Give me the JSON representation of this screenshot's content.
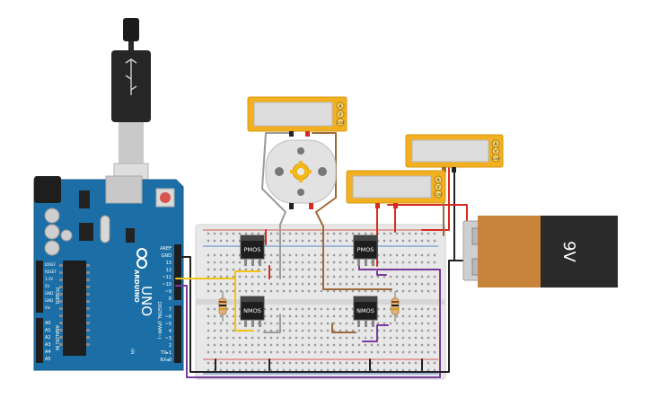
{
  "arduino": {
    "brand_label": "ARDUINO",
    "model_label": "UNO",
    "header_left": [
      "IOREF",
      "RESET",
      "3.3V",
      "5V",
      "GND",
      "GND",
      "Vin"
    ],
    "power_label": "POWER",
    "analog_pins": [
      "A0",
      "A1",
      "A2",
      "A3",
      "A4",
      "A5"
    ],
    "analog_label": "ANALOG IN",
    "digital_top_pins": [
      "AREF",
      "GND",
      "13",
      "12",
      "~11",
      "~10",
      "~9",
      "8"
    ],
    "digital_bottom_pins": [
      "7",
      "~6",
      "~5",
      "4",
      "~3",
      "2",
      "TX▸1",
      "RX◂0"
    ],
    "digital_label": "DIGITAL (PWM~)",
    "on_label": "ON"
  },
  "transistors": [
    {
      "id": "q1",
      "label": "PMOS"
    },
    {
      "id": "q2",
      "label": "PMOS"
    },
    {
      "id": "q3",
      "label": "NMOS"
    },
    {
      "id": "q4",
      "label": "NMOS"
    }
  ],
  "battery": {
    "label": "9V"
  },
  "multimeters": [
    {
      "id": "meter-motor",
      "terminals": [
        "A",
        "V",
        "COM"
      ]
    },
    {
      "id": "meter-battery",
      "terminals": [
        "A",
        "V",
        "COM"
      ]
    },
    {
      "id": "meter-bridge",
      "terminals": [
        "A",
        "V",
        "COM"
      ]
    }
  ],
  "colors": {
    "arduino": "#1c6fa6",
    "breadboard": "#e8e8e8",
    "multimeter": "#f2b020",
    "battery_orange": "#c8843a",
    "battery_black": "#2a2a2a",
    "wire_red": "#d52b1e",
    "wire_black": "#222222",
    "wire_yellow": "#f0c419",
    "wire_purple": "#7a3c9b",
    "wire_brown": "#9c6a3a",
    "wire_gray": "#9a9a9a"
  }
}
